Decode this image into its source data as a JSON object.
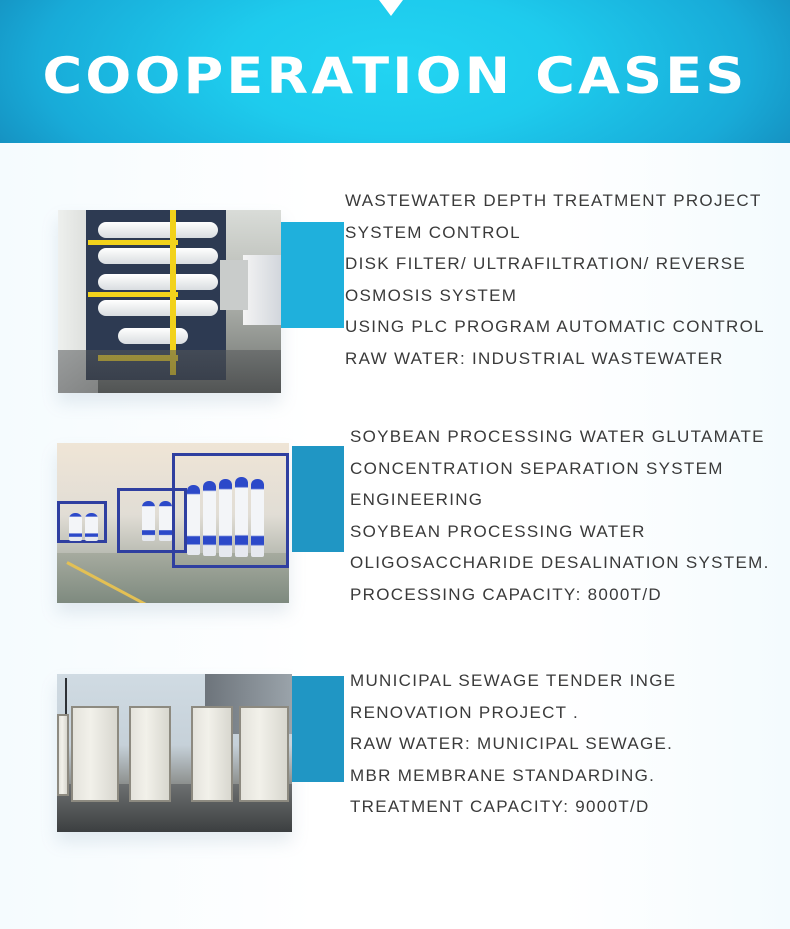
{
  "header": {
    "title": "COOPERATION CASES",
    "notch_icon": "down-triangle-icon",
    "gradient_colors": [
      "#22d4f2",
      "#1ecbed",
      "#18abd8",
      "#1487b8"
    ]
  },
  "accent_colors": [
    "#1fb0dc",
    "#2096c4",
    "#2096c4"
  ],
  "text_color": "#3a3a3a",
  "cases": [
    {
      "photo": "reverse-osmosis-plant-photo",
      "lines": [
        "WASTEWATER DEPTH TREATMENT PROJECT",
        "SYSTEM CONTROL",
        "DISK FILTER/ ULTRAFILTRATION/ REVERSE",
        "OSMOSIS SYSTEM",
        "USING PLC PROGRAM AUTOMATIC CONTROL",
        "RAW WATER: INDUSTRIAL WASTEWATER"
      ]
    },
    {
      "photo": "ultrafiltration-plant-photo",
      "lines": [
        "SOYBEAN PROCESSING WATER GLUTAMATE",
        "CONCENTRATION SEPARATION SYSTEM",
        "ENGINEERING",
        "SOYBEAN PROCESSING WATER",
        "OLIGOSACCHARIDE DESALINATION SYSTEM.",
        "PROCESSING CAPACITY: 8000T/D"
      ]
    },
    {
      "photo": "mbr-membrane-modules-photo",
      "lines": [
        "MUNICIPAL SEWAGE TENDER INGE",
        "RENOVATION PROJECT .",
        "RAW WATER: MUNICIPAL SEWAGE.",
        "MBR MEMBRANE STANDARDING.",
        "TREATMENT CAPACITY: 9000T/D"
      ]
    }
  ]
}
